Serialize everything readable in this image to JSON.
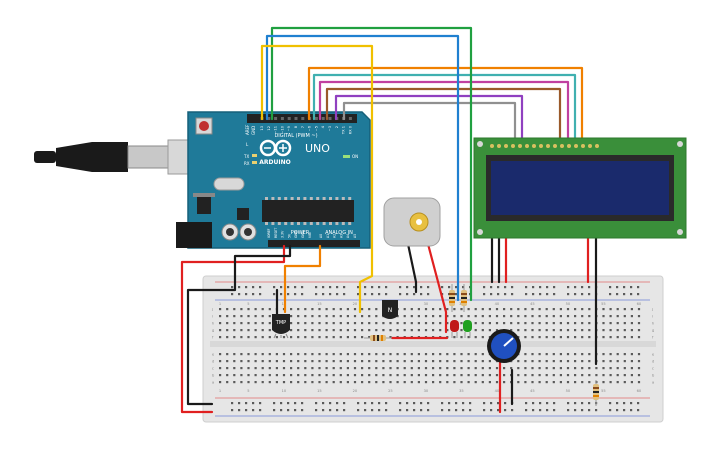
{
  "arduino": {
    "brand": "ARDUINO",
    "model": "UNO",
    "digital_label": "DIGITAL (PWM ~)",
    "analog_label": "ANALOG IN",
    "power_label": "POWER",
    "on_label": "ON",
    "tx_label": "TX",
    "rx_label": "RX",
    "l_label": "L",
    "aref_label": "AREF",
    "gnd_label": "GND",
    "digital_pins": [
      "13",
      "12",
      "~11",
      "~10",
      "~9",
      "8",
      "7",
      "~6",
      "~5",
      "4",
      "~3",
      "2",
      "TX 1",
      "RX 0"
    ],
    "power_pins": [
      "IOREF",
      "RESET",
      "3.3V",
      "5V",
      "GND",
      "GND",
      "VIN"
    ],
    "analog_pins": [
      "A0",
      "A1",
      "A2",
      "A3",
      "A4",
      "A5"
    ]
  },
  "components": {
    "tmp_label": "TMP",
    "transistor_label": "N"
  },
  "breadboard": {
    "column_numbers": [
      "1",
      "5",
      "10",
      "15",
      "20",
      "25",
      "30",
      "35",
      "40",
      "45",
      "50",
      "55",
      "60"
    ],
    "row_letters_top": [
      "j",
      "i",
      "h",
      "g",
      "f"
    ],
    "row_letters_bottom": [
      "e",
      "d",
      "c",
      "b",
      "a"
    ]
  },
  "colors": {
    "board": "#1f7a99",
    "breadboard": "#e6e6e6",
    "lcd_pcb": "#3a8f3a",
    "lcd_screen": "#1a2a6c",
    "wire_red": "#e02020",
    "wire_black": "#1a1a1a",
    "wire_orange": "#f08000",
    "wire_yellow": "#f0c000",
    "wire_green": "#20a040",
    "wire_blue": "#2080d0",
    "wire_teal": "#40b0b0",
    "wire_purple": "#9040c0",
    "wire_brown": "#9a5a2a",
    "wire_grey": "#909090",
    "wire_magenta": "#c040a0"
  }
}
